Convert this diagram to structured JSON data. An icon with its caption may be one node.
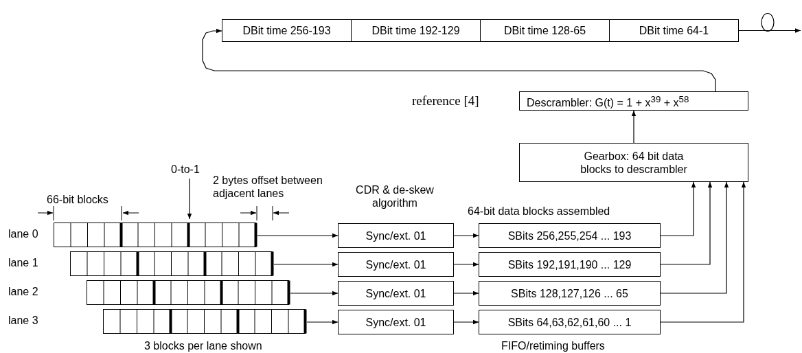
{
  "diagram": {
    "nodes": [
      {
        "text": [
          "DBit time 256-193"
        ]
      },
      {
        "text": [
          "DBit time 192-129"
        ]
      },
      {
        "text": [
          "DBit time 128-65"
        ]
      },
      {
        "text": [
          "DBit time 64-1"
        ]
      },
      {
        "text": [
          "Descrambler: G(t) = 1 + x$^{39}$ + x$^{58}$"
        ],
        "beside": [
          "reference [4]"
        ]
      },
      {
        "text": [
          "Gearbox: 64 bit data blocks to descrambler"
        ]
      },
      {
        "text": [],
        "shape": "bar"
      },
      {
        "text": [],
        "shape": "bar"
      },
      {
        "text": [],
        "shape": "bar"
      },
      {
        "text": [],
        "shape": "bar"
      },
      {
        "text": [
          "Sync/ext. 01"
        ]
      },
      {
        "text": [
          "Sync/ext. 01"
        ]
      },
      {
        "text": [
          "Sync/ext. 01"
        ]
      },
      {
        "text": [
          "Sync/ext. 01"
        ]
      },
      {
        "text": [
          "SBits 256,255,254 ... 193"
        ]
      },
      {
        "text": [
          "SBits 192,191,190 ... 129"
        ]
      },
      {
        "text": [
          "SBits 128,127,126 ... 65"
        ]
      },
      {
        "text": [
          "SBits 64,63,62,61,60 ... 1"
        ]
      }
    ],
    "edges": [
      {
        "from": 6,
        "to": 10,
        "arrow": "to"
      },
      {
        "from": 7,
        "to": 11,
        "arrow": "to"
      },
      {
        "from": 8,
        "to": 12,
        "arrow": "to"
      },
      {
        "from": 9,
        "to": 13,
        "arrow": "to"
      },
      {
        "from": 10,
        "to": 14,
        "arrow": "to"
      },
      {
        "from": 11,
        "to": 15,
        "arrow": "to"
      },
      {
        "from": 12,
        "to": 16,
        "arrow": "to"
      },
      {
        "from": 13,
        "to": 17,
        "arrow": "to"
      },
      {
        "from": 14,
        "to": 5,
        "arrow": "to"
      },
      {
        "from": 15,
        "to": 5,
        "arrow": "to"
      },
      {
        "from": 16,
        "to": 5,
        "arrow": "to"
      },
      {
        "from": 17,
        "to": 5,
        "arrow": "to"
      },
      {
        "from": 5,
        "to": 4,
        "arrow": "to"
      },
      {
        "from": 4,
        "to": 0,
        "arrow": "to"
      },
      {
        "from": 3,
        "to": null,
        "arrow": "to"
      }
    ],
    "labels": [
      "0-to-1",
      "66-bit blocks",
      "2 bytes offset between adjacent lanes",
      "CDR & de-skew algorithm",
      "64-bit data blocks assembled",
      "lane 0",
      "lane 1",
      "lane 2",
      "lane 3",
      "3 blocks per lane shown",
      "FIFO/retiming buffers"
    ]
  }
}
